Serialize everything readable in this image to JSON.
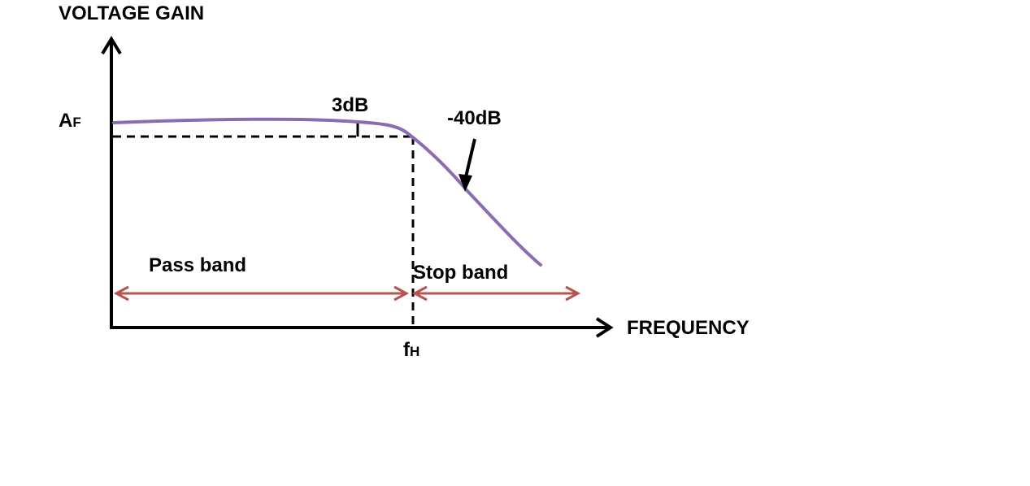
{
  "axes": {
    "y_label": "VOLTAGE GAIN",
    "x_label": "FREQUENCY"
  },
  "markers": {
    "gain_main": "A",
    "gain_sub": "F",
    "freq_main": "f",
    "freq_sub": "H"
  },
  "annotations": {
    "three_db": "3dB",
    "rolloff": "-40dB",
    "pass_band": "Pass band",
    "stop_band": "Stop band"
  },
  "colors": {
    "curve": "#8b6bb1",
    "band_arrow": "#b85450",
    "axis": "#000000"
  }
}
